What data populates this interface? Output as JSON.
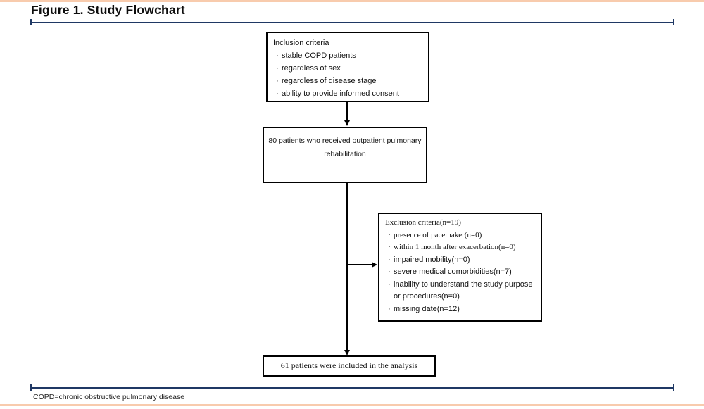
{
  "figure": {
    "title": "Figure 1. Study Flowchart",
    "footnote": "COPD=chronic obstructive pulmonary disease"
  },
  "colors": {
    "rule_navy": "#1f3864",
    "accent_peach": "#f8cbad",
    "ink": "#111111"
  },
  "flowchart": {
    "bullet": "·",
    "inclusion": {
      "heading": "Inclusion criteria",
      "items": [
        "stable COPD patients",
        "regardless of sex",
        "regardless of disease stage",
        "ability to provide informed consent"
      ]
    },
    "cohort": {
      "lines": [
        "80 patients who received outpatient pulmonary",
        "rehabilitation"
      ]
    },
    "exclusion": {
      "heading": "Exclusion criteria(n=19)",
      "items": [
        "presence of pacemaker(n=0)",
        "within 1 month after exacerbation(n=0)",
        "impaired mobility(n=0)",
        "severe medical comorbidities(n=7)",
        "inability to understand the study purpose or procedures(n=0)",
        "missing date(n=12)"
      ]
    },
    "final": {
      "text": "61 patients were included in the analysis"
    }
  }
}
